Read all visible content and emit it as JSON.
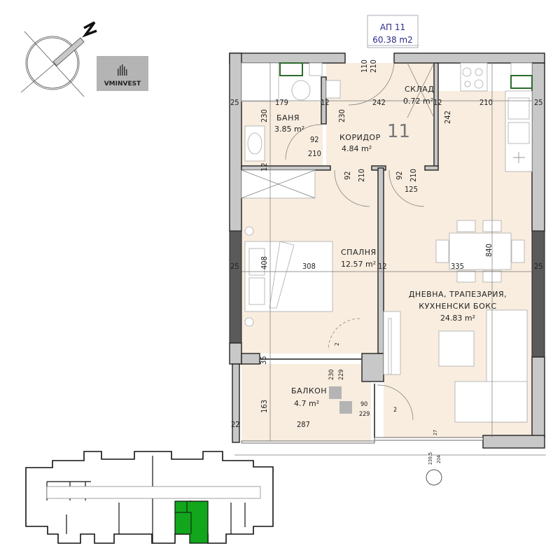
{
  "header": {
    "apartment": "АП 11",
    "total_area": "60.38 m2"
  },
  "logo": {
    "text": "VMINVEST"
  },
  "compass": {
    "north_label": "N"
  },
  "plan": {
    "unit_number": "11",
    "rooms": [
      {
        "name": "БАНЯ",
        "area": "3.85 m²"
      },
      {
        "name": "КОРИДОР",
        "area": "4.84 m²"
      },
      {
        "name": "СКЛАД",
        "area": "0.72 m²"
      },
      {
        "name": "СПАЛНЯ",
        "area": "12.57 m²"
      },
      {
        "name": "ДНЕВНА, ТРАПЕЗАРИЯ,",
        "name2": "КУХНЕНСКИ БОКС",
        "area": "24.83 m²"
      },
      {
        "name": "БАЛКОН",
        "area": "4.7 m²"
      }
    ],
    "dims": [
      "110",
      "210",
      "25",
      "179",
      "12",
      "242",
      "12",
      "210",
      "25",
      "230",
      "230",
      "242",
      "92",
      "210",
      "12",
      "92",
      "210",
      "92",
      "210",
      "125",
      "408",
      "308",
      "12",
      "335",
      "840",
      "25",
      "25",
      "35",
      "230",
      "229",
      "2",
      "163",
      "90",
      "229",
      "2",
      "22",
      "287",
      "27",
      "239.5",
      "204"
    ]
  },
  "colors": {
    "floor": "#f8eddf",
    "wall": "#c8c8c8",
    "highlight": "#12a61c",
    "title": "#2b2b8c"
  }
}
